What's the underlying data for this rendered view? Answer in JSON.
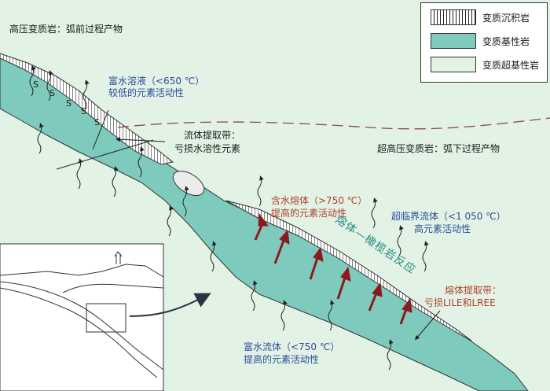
{
  "legend": {
    "items": [
      {
        "label": "变质沉积岩",
        "swatch": "hatched"
      },
      {
        "label": "变质基性岩",
        "color": "#7ecbbd"
      },
      {
        "label": "变质超基性岩",
        "color": "#e2f3e6"
      }
    ]
  },
  "labels": {
    "hp_title": "高压变质岩：弧前过程产物",
    "uhp_title": "超高压变质岩：弧下过程产物",
    "fluid_low_1": "富水溶液（<650 ℃）",
    "fluid_low_2": "较低的元素活动性",
    "extract_fluid_1": "流体提取带：",
    "extract_fluid_2": "亏损水溶性元素",
    "melt_1": "含水熔体（>750 ℃）",
    "melt_2": "提高的元素活动性",
    "supercritical_1": "超临界流体（<1 050 ℃）",
    "supercritical_2": "高元素活动性",
    "reaction": "熔体—橄榄岩反应",
    "extract_melt_1": "熔体提取带：",
    "extract_melt_2": "亏损LILE和LREE",
    "fluid_rich_1": "富水流体（<750 ℃）",
    "fluid_rich_2": "提高的元素活动性",
    "s_mark": "S"
  },
  "colors": {
    "ultrabasic": "#e2f3e6",
    "basic": "#7ecbbd",
    "arrow_red": "#8b1a1f",
    "text_blue": "#2d4a9c",
    "text_red": "#b0402a",
    "text_teal": "#2a8c80"
  }
}
